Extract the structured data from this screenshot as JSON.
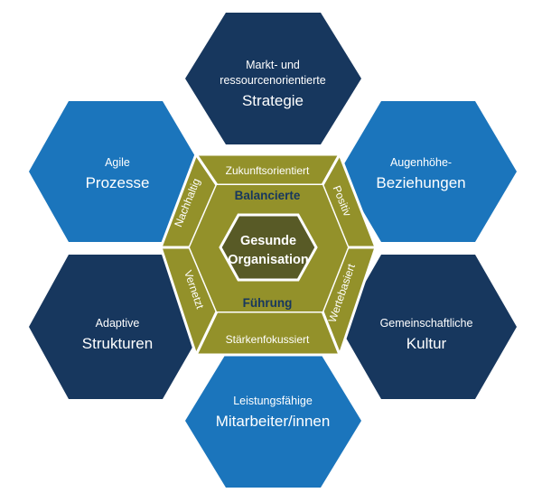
{
  "colors": {
    "dark_blue": "#17375e",
    "light_blue": "#1b75bc",
    "olive": "#93912a",
    "olive_dark": "#585a26"
  },
  "outer_hexagons": {
    "top": {
      "sub": "Markt- und",
      "sub2": "ressourcenorientierte",
      "main": "Strategie"
    },
    "upper_left": {
      "sub": "Agile",
      "main": "Prozesse"
    },
    "upper_right": {
      "sub": "Augenhöhe-",
      "main": "Beziehungen"
    },
    "lower_left": {
      "sub": "Adaptive",
      "main": "Strukturen"
    },
    "lower_right": {
      "sub": "Gemeinschaftliche",
      "main": "Kultur"
    },
    "bottom": {
      "sub": "Leistungsfähige",
      "main": "Mitarbeiter/innen"
    }
  },
  "inner_ring": {
    "top": "Zukunftsorientiert",
    "upper_right": "Positiv",
    "lower_right": "Wertebasiert",
    "bottom": "Stärkenfokussiert",
    "lower_left": "Vernetzt",
    "upper_left": "Nachhaltig",
    "label_top": "Balancierte",
    "label_bottom": "Führung"
  },
  "core": {
    "line1": "Gesunde",
    "line2": "Organisation"
  }
}
